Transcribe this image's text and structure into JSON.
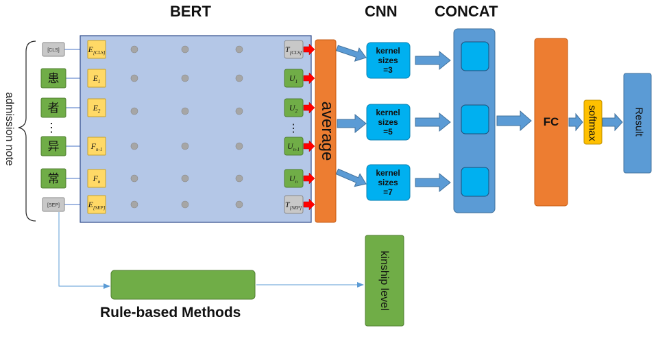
{
  "headers": {
    "bert": "BERT",
    "cnn": "CNN",
    "concat": "CONCAT"
  },
  "side_label": "admission note",
  "inputs": [
    "[CLS]",
    "患",
    "者",
    "⋮",
    "异",
    "常",
    "[SEP]"
  ],
  "embeddings": [
    {
      "base": "E",
      "sub": "[CLS]"
    },
    {
      "base": "E",
      "sub": "1"
    },
    {
      "base": "E",
      "sub": "2"
    },
    {
      "base": "",
      "sub": ""
    },
    {
      "base": "F",
      "sub": "n-1"
    },
    {
      "base": "F",
      "sub": "n"
    },
    {
      "base": "E",
      "sub": "[SEP]"
    }
  ],
  "outputs": [
    {
      "base": "T",
      "sub": "[CLS]"
    },
    {
      "base": "U",
      "sub": "1"
    },
    {
      "base": "U",
      "sub": "2"
    },
    {
      "base": "⋮",
      "sub": ""
    },
    {
      "base": "U",
      "sub": "n-1"
    },
    {
      "base": "U",
      "sub": "n"
    },
    {
      "base": "T",
      "sub": "[SEP]"
    }
  ],
  "average_label": "average",
  "kernels": [
    {
      "l1": "kernel",
      "l2": "sizes",
      "l3": "=3"
    },
    {
      "l1": "kernel",
      "l2": "sizes",
      "l3": "=5"
    },
    {
      "l1": "kernel",
      "l2": "sizes",
      "l3": "=7"
    }
  ],
  "fc_label": "FC",
  "softmax_label": "softmax",
  "result_label": "Result",
  "rule_label": "Rule-based Methods",
  "kinship_label": "kinship level",
  "colors": {
    "green": "#70ad47",
    "green_border": "#507e32",
    "yellow": "#ffd966",
    "yellow_border": "#c9a227",
    "gray": "#c8c8c8",
    "bert_bg": "#b4c7e7",
    "orange": "#ed7d31",
    "orange_border": "#c55a11",
    "blue": "#5b9bd5",
    "cyan": "#00b0f0",
    "softmax": "#ffc000",
    "red": "#ff0000",
    "line": "#5b9bd5"
  }
}
